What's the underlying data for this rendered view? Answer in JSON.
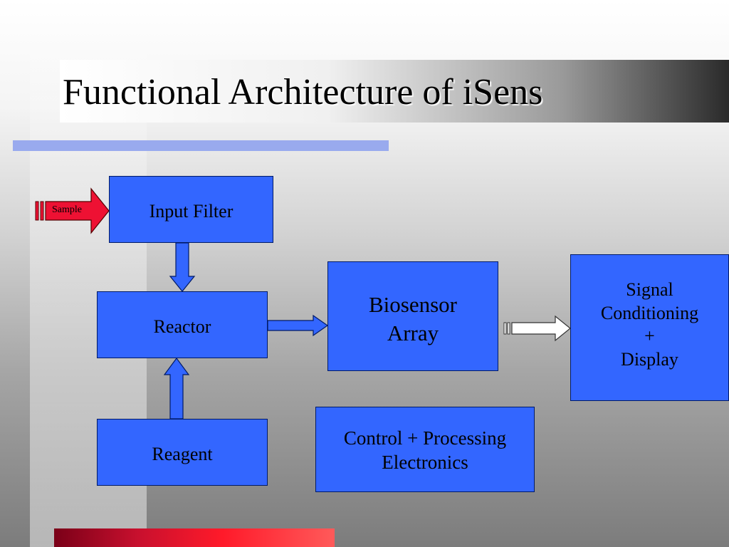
{
  "slide": {
    "title": "Functional Architecture of iSens"
  },
  "diagram": {
    "sample_label": "Sample",
    "nodes": {
      "input_filter": "Input Filter",
      "reactor": "Reactor",
      "reagent": "Reagent",
      "biosensor": "Biosensor\nArray",
      "signal": "Signal\nConditioning\n+\nDisplay",
      "control": "Control + Processing\nElectronics"
    }
  },
  "colors": {
    "box_fill": "#3366ff",
    "sample_arrow": "#ee1133",
    "accent_rule": "#99aaee",
    "bottom_bar": "#c8102e"
  }
}
